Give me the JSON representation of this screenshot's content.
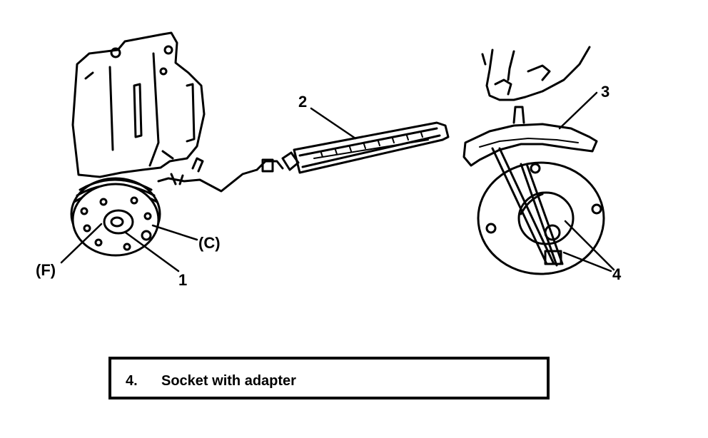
{
  "callouts": {
    "one": "1",
    "two": "2",
    "three": "3",
    "four": "4",
    "c": "(C)",
    "f": "(F)"
  },
  "legend": {
    "number": "4.",
    "text": "Socket with adapter"
  }
}
